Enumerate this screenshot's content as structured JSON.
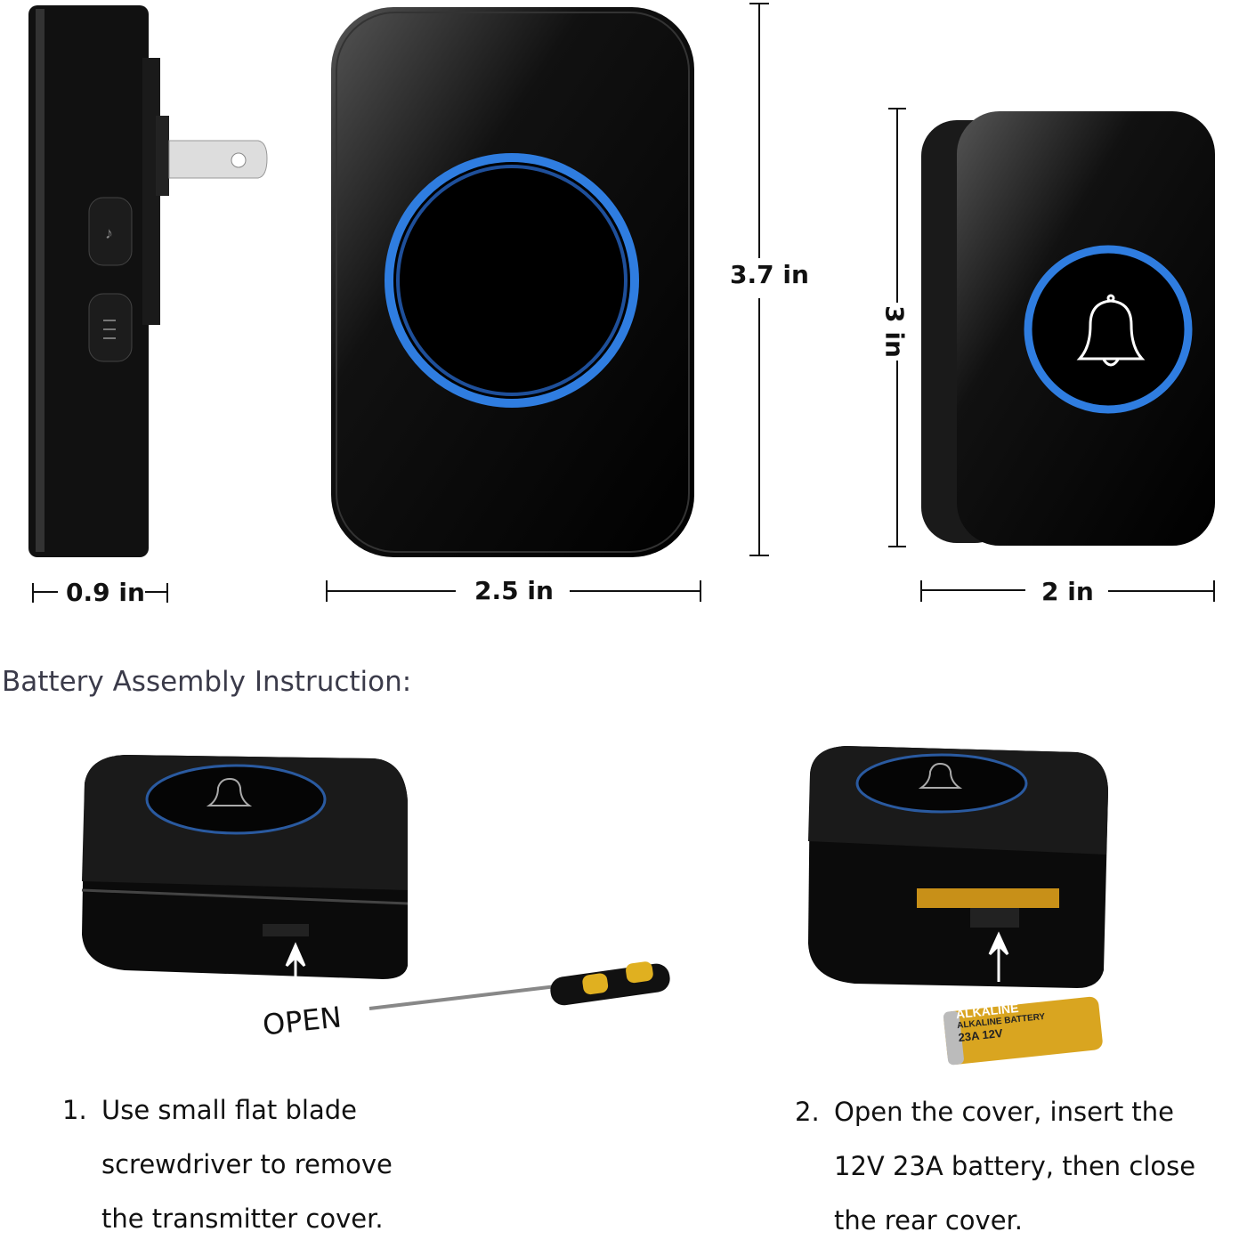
{
  "dimensions": {
    "receiver_depth": "0.9 in",
    "receiver_width": "2.5 in",
    "receiver_height": "3.7 in",
    "transmitter_height": "3 in",
    "transmitter_width": "2 in"
  },
  "heading": "Battery Assembly Instruction:",
  "open_label": "OPEN",
  "battery_label": {
    "top": "ALKALINE",
    "middle": "ALKALINE BATTERY",
    "bottom": "23A 12V"
  },
  "steps": [
    {
      "number": "1.",
      "lines": [
        "Use small flat blade",
        "screwdriver to remove",
        "the transmitter cover."
      ]
    },
    {
      "number": "2.",
      "lines": [
        "Open the cover, insert the",
        "12V 23A battery, then close",
        "the rear cover."
      ]
    }
  ],
  "colors": {
    "ring": "#2f7de0",
    "body": "#050505",
    "battery": "#d9a520"
  }
}
